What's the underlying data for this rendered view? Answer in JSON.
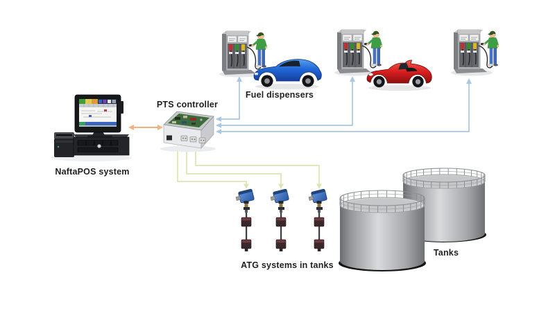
{
  "diagram": {
    "labels": {
      "naftapos": "NaftaPOS system",
      "pts_controller": "PTS controller",
      "fuel_dispensers": "Fuel dispensers",
      "atg_systems": "ATG systems in tanks",
      "tanks": "Tanks"
    },
    "colors": {
      "background": "#ffffff",
      "label_text": "#1f1f1f",
      "pos_controller_link": "#f1b283",
      "dispenser_link": "#a8c6e6",
      "atg_link": "#dde4b0"
    },
    "counts": {
      "fuel_dispensers": 3,
      "atg_probes": 3,
      "tanks": 2,
      "cars": 2
    },
    "cars": [
      "blue coupe",
      "red convertible"
    ]
  }
}
